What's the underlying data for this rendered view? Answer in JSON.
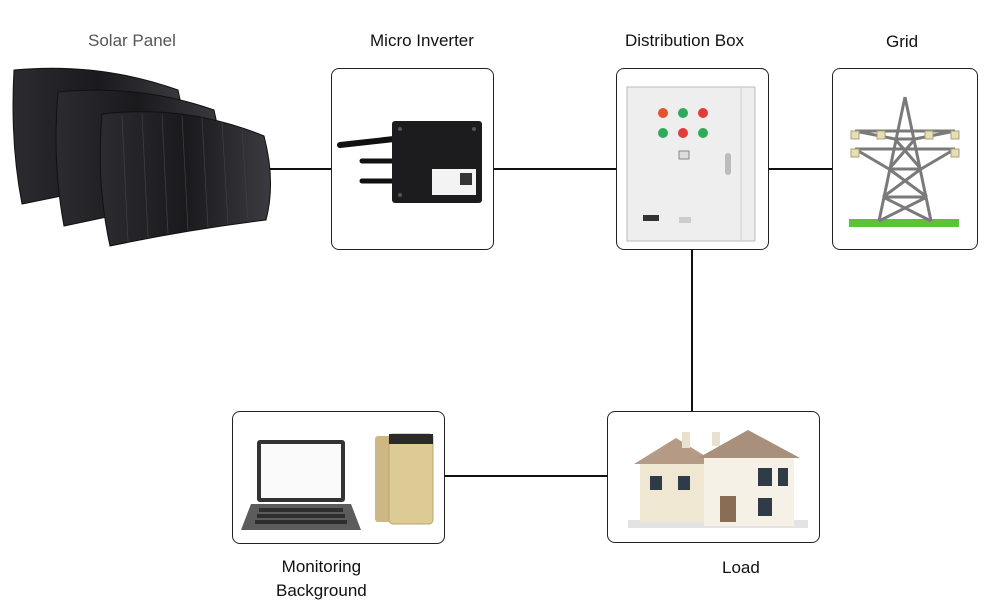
{
  "nodes": {
    "solar_panel": {
      "label": "Solar Panel",
      "label_color": "#555555"
    },
    "micro_inverter": {
      "label": "Micro Inverter"
    },
    "distribution_box": {
      "label": "Distribution Box"
    },
    "grid": {
      "label": "Grid"
    },
    "load": {
      "label": "Load"
    },
    "monitoring": {
      "label_line1": "Monitoring",
      "label_line2": "Background"
    }
  },
  "colors": {
    "panel": "#1e1e22",
    "cabinet": "#eeeeee",
    "tower": "#7a7a7a",
    "grass": "#5cc23a",
    "gold": "#cdb883",
    "wire": "#111111"
  }
}
